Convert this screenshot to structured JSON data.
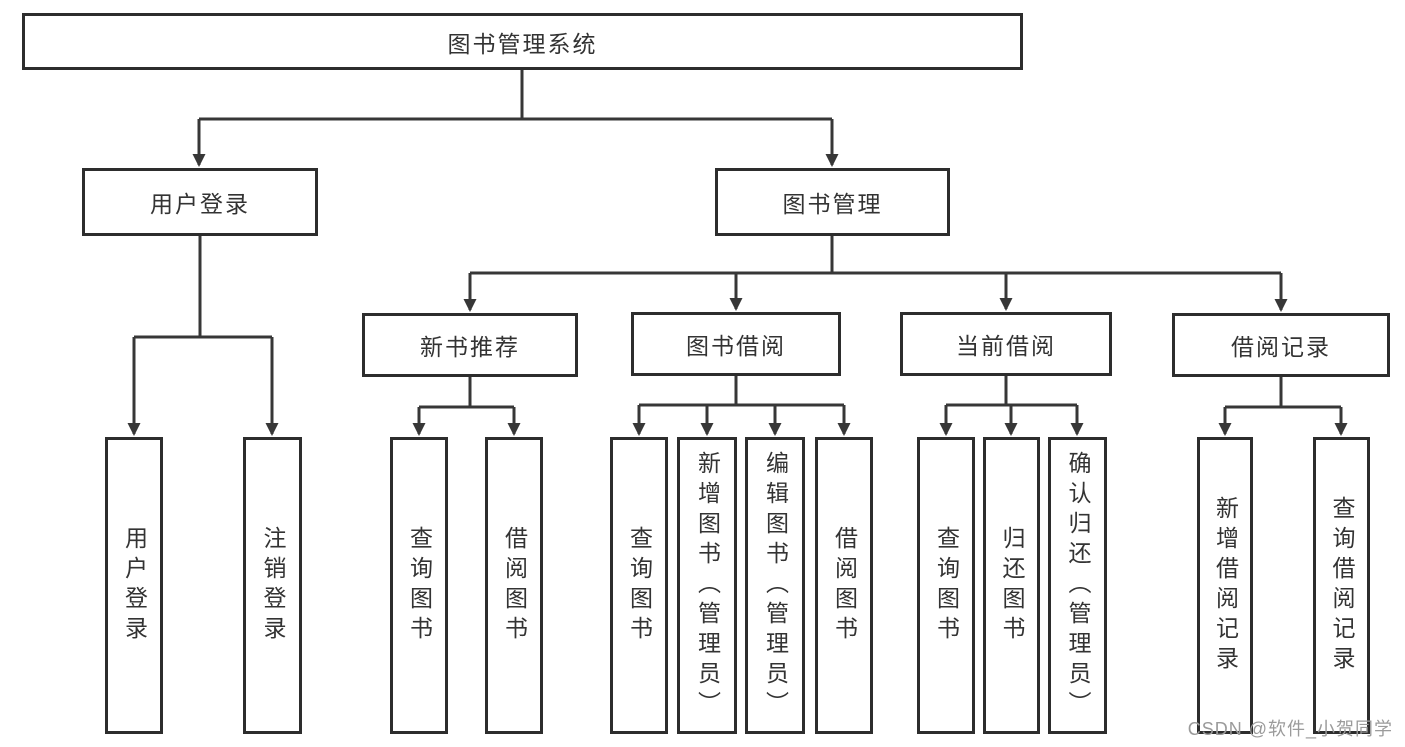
{
  "diagram": {
    "title": "图书管理系统",
    "branches": [
      {
        "label": "用户登录",
        "children": [
          "用户登录",
          "注销登录"
        ]
      },
      {
        "label": "图书管理",
        "modules": [
          {
            "label": "新书推荐",
            "children": [
              "查询图书",
              "借阅图书"
            ]
          },
          {
            "label": "图书借阅",
            "children": [
              "查询图书",
              "新增图书（管理员）",
              "编辑图书（管理员）",
              "借阅图书"
            ]
          },
          {
            "label": "当前借阅",
            "children": [
              "查询图书",
              "归还图书",
              "确认归还（管理员）"
            ]
          },
          {
            "label": "借阅记录",
            "children": [
              "新增借阅记录",
              "查询借阅记录"
            ]
          }
        ]
      }
    ]
  },
  "watermark": {
    "text": "CSDN @软件_小贺同学"
  },
  "colors": {
    "border": "#2d2d2d",
    "line": "#373737",
    "text": "#333333",
    "watermark": "#9b9b9b",
    "background": "#ffffff"
  }
}
